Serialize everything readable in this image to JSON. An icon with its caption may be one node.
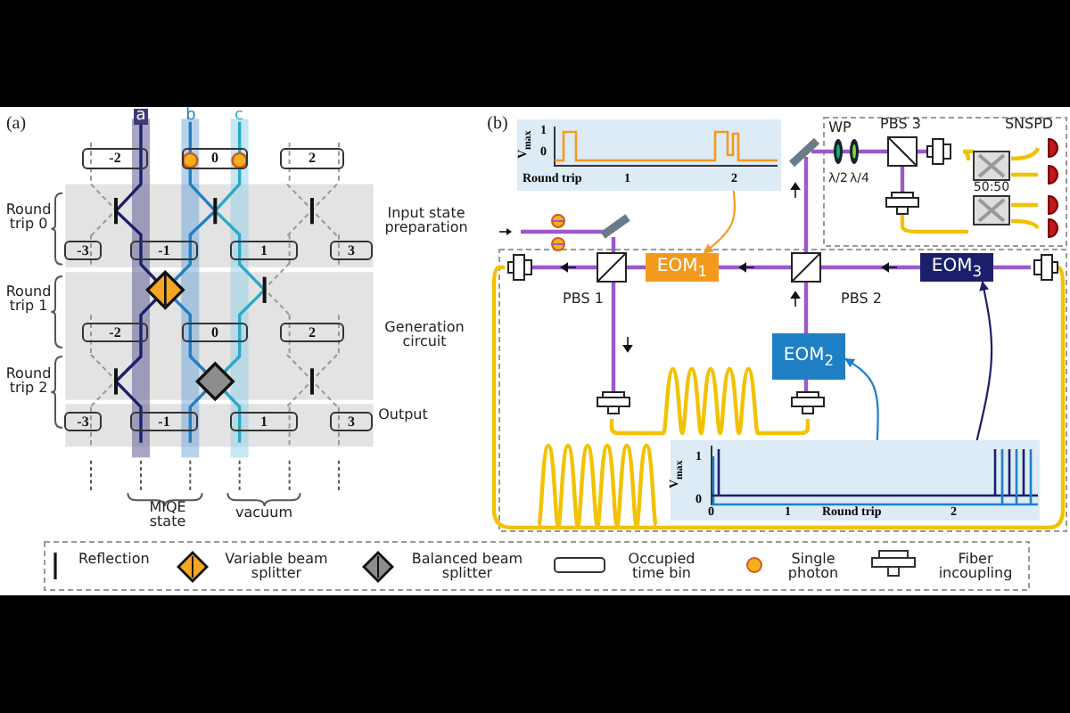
{
  "diagram": {
    "nodes": [
      {
        "text": [
          "-2"
        ]
      },
      {
        "text": [
          "0"
        ]
      },
      {
        "text": [
          "2"
        ]
      },
      {
        "text": [
          "-3"
        ]
      },
      {
        "text": [
          "-1"
        ]
      },
      {
        "text": [
          "1"
        ]
      },
      {
        "text": [
          "3"
        ]
      },
      {
        "text": [
          "-2"
        ]
      },
      {
        "text": [
          "0"
        ]
      },
      {
        "text": [
          "2"
        ]
      },
      {
        "text": [
          "-3"
        ]
      },
      {
        "text": [
          "-1"
        ]
      },
      {
        "text": [
          "1"
        ]
      },
      {
        "text": [
          "3"
        ]
      },
      {
        "text": [
          "V$_{max}$",
          "1",
          "0",
          "Round trip",
          "1",
          "2"
        ]
      },
      {
        "text": [
          "EOM$_{1}$"
        ]
      },
      {
        "text": [
          "EOM$_{2}$"
        ]
      },
      {
        "text": [
          "EOM$_{3}$"
        ]
      },
      {
        "text": [
          "V$_{max}$",
          "1",
          "0",
          "0",
          "1",
          "Round trip",
          "2"
        ]
      }
    ],
    "edges": [
      {
        "from": 14,
        "to": 15,
        "arrow": "to",
        "color": "#f39a1e"
      },
      {
        "from": 18,
        "to": 16,
        "arrow": "to",
        "color": "#1f7fc4"
      },
      {
        "from": 18,
        "to": 17,
        "arrow": "to",
        "color": "#1b1f6b"
      }
    ],
    "labels": [
      "(a)",
      "a",
      "b",
      "c",
      "Round trip 0",
      "Round trip 1",
      "Round trip 2",
      "Input state preparation",
      "Generation circuit",
      "Output",
      "MIQE state",
      "vacuum",
      "(b)",
      "WP",
      "PBS 3",
      "SNSPD",
      "λ/2",
      "λ/4",
      "50:50",
      "PBS 1",
      "PBS 2"
    ],
    "legend": [
      {
        "text": "Reflection"
      },
      {
        "text": "Variable beam splitter"
      },
      {
        "text": "Balanced beam splitter"
      },
      {
        "text": "Occupied time bin"
      },
      {
        "text": "Single photon"
      },
      {
        "text": "Fiber incoupling"
      }
    ]
  }
}
